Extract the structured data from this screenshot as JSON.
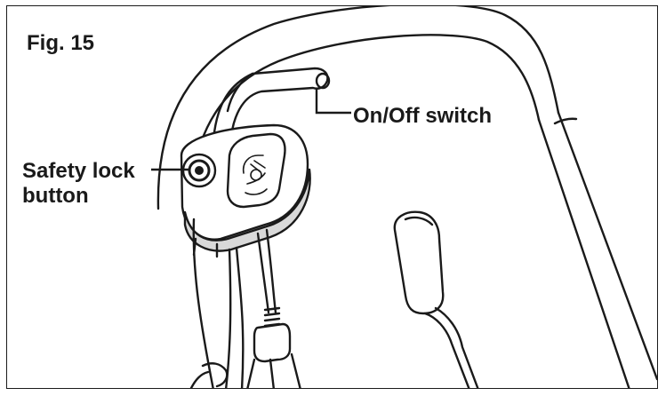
{
  "figure": {
    "label": "Fig. 15"
  },
  "callouts": {
    "on_off_switch": "On/Off switch",
    "safety_lock_line1": "Safety lock",
    "safety_lock_line2": "button"
  },
  "colors": {
    "line": "#1a1a1a",
    "shade": "#d9d9d9",
    "shade_dark": "#bdbdbd",
    "background": "#ffffff"
  },
  "icons": {
    "switch_housing_symbol": "hand-lever-icon"
  }
}
